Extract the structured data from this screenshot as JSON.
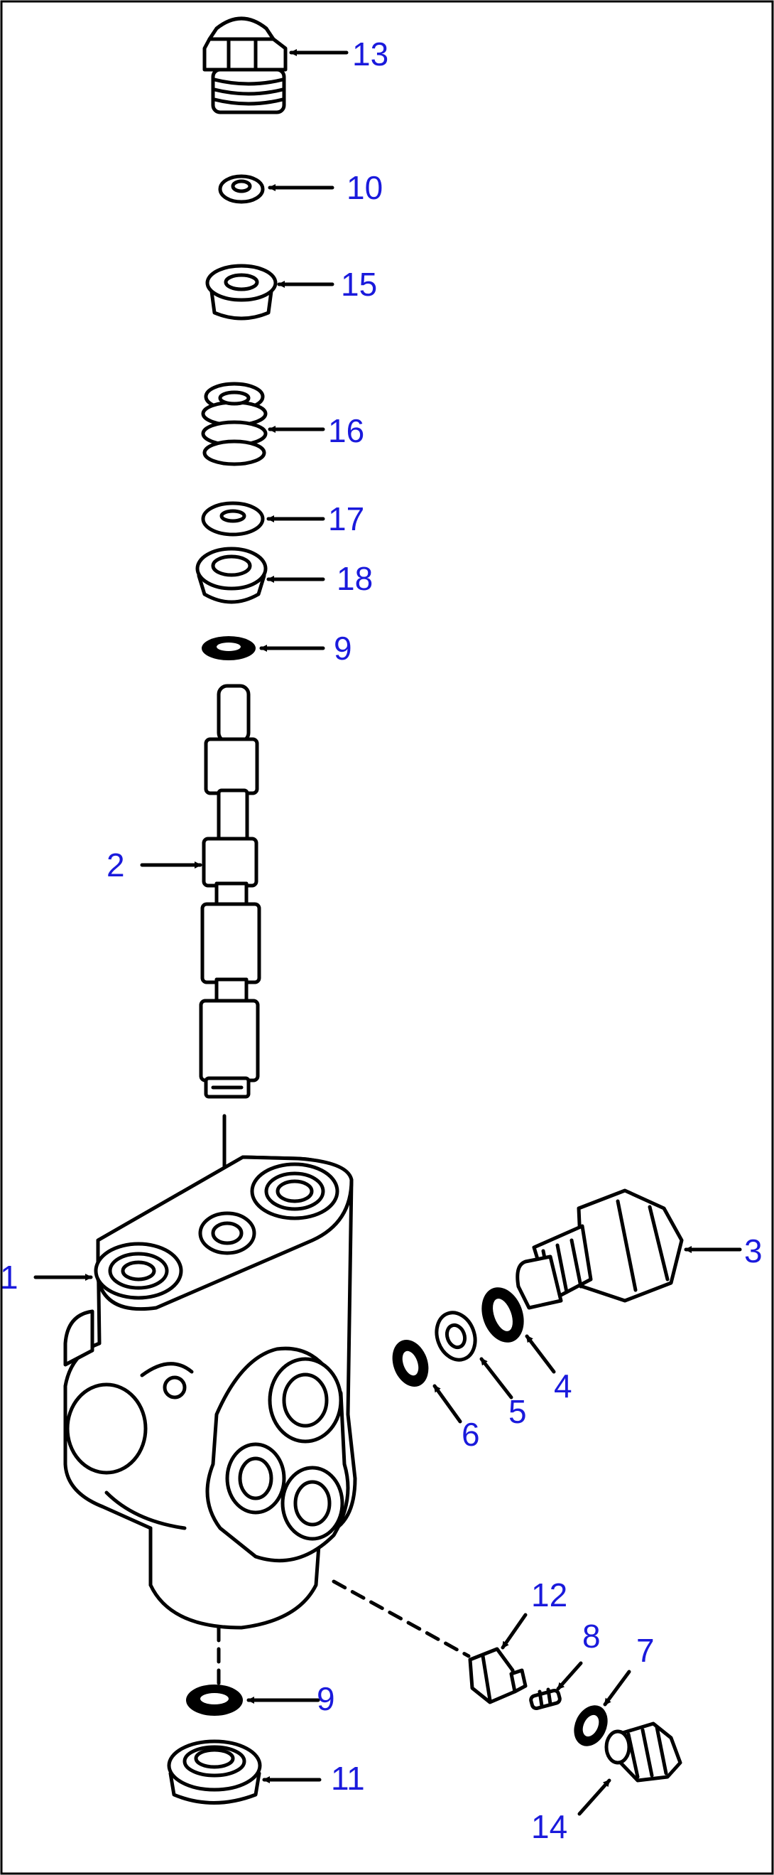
{
  "diagram": {
    "label_color": "#1a1adc",
    "parts": [
      {
        "id": "part-13",
        "label": "13"
      },
      {
        "id": "part-10",
        "label": "10"
      },
      {
        "id": "part-15",
        "label": "15"
      },
      {
        "id": "part-16",
        "label": "16"
      },
      {
        "id": "part-17",
        "label": "17"
      },
      {
        "id": "part-18",
        "label": "18"
      },
      {
        "id": "part-9-top",
        "label": "9"
      },
      {
        "id": "part-2",
        "label": "2"
      },
      {
        "id": "part-1",
        "label": "1"
      },
      {
        "id": "part-3",
        "label": "3"
      },
      {
        "id": "part-4",
        "label": "4"
      },
      {
        "id": "part-5",
        "label": "5"
      },
      {
        "id": "part-6",
        "label": "6"
      },
      {
        "id": "part-12",
        "label": "12"
      },
      {
        "id": "part-8",
        "label": "8"
      },
      {
        "id": "part-7",
        "label": "7"
      },
      {
        "id": "part-9-bottom",
        "label": "9"
      },
      {
        "id": "part-11",
        "label": "11"
      },
      {
        "id": "part-14",
        "label": "14"
      }
    ]
  }
}
